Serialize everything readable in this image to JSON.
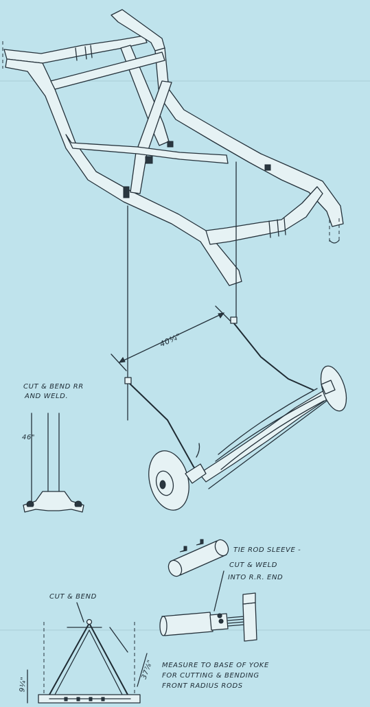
{
  "labels": {
    "track_width": "40¼\"",
    "cut_bend_rr": "CUT & BEND RR",
    "and_weld": "AND WELD.",
    "rod_length": "46\"",
    "tie_rod_sleeve": "TIE ROD SLEEVE -",
    "cut_weld": "CUT & WELD",
    "into_rr_end": "INTO R.R. END",
    "cut_bend": "CUT & BEND",
    "yoke_height": "37⅞\"",
    "yoke_width": "9¼\"",
    "measure_line1": "MEASURE TO BASE OF YOKE",
    "measure_line2": "FOR CUTTING & BENDING",
    "measure_line3": "FRONT RADIUS RODS"
  },
  "colors": {
    "paper": "#bfe3ec",
    "ink": "#24313a",
    "part_fill": "#e6f2f4"
  }
}
